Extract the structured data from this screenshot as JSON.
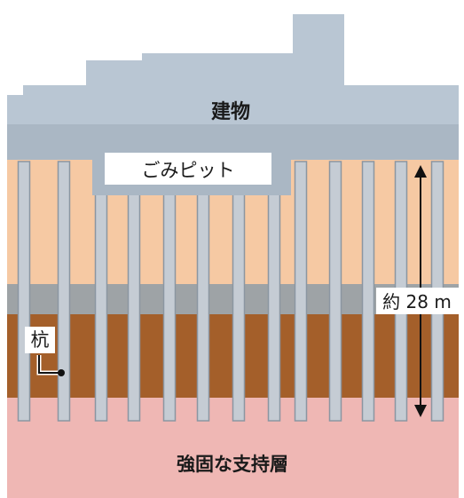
{
  "labels": {
    "building": "建物",
    "garbage_pit": "ごみピット",
    "depth": "約 28 m",
    "pile": "杭",
    "bearing_layer": "強固な支持層"
  },
  "colors": {
    "building": "#b9c6d3",
    "building_band": "#aab7c4",
    "sand_layer": "#f6c9a3",
    "gray_layer": "#9ea3a6",
    "clay_layer": "#a45f2a",
    "bearing_layer": "#efb7b4",
    "pile_fill": "#c5ccd4",
    "pile_edge": "#8b96a1",
    "annotation": "#111111",
    "pit_fill": "#ffffff"
  },
  "icons": {
    "depth_arrow": "double-headed-vertical-arrow",
    "pile_pointer": "leader-line-with-dot"
  }
}
